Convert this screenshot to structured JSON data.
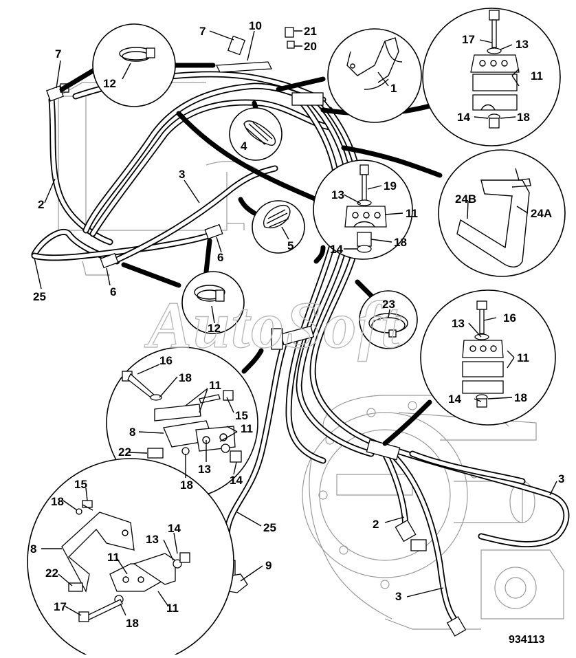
{
  "watermark": "AutoSoft",
  "figure_ref": "934113",
  "callouts": {
    "hose_7_top": "7",
    "part_10": "10",
    "part_21": "21",
    "part_20": "20",
    "hose_7_left": "7",
    "clip_12_top": "12",
    "bracket_1": "1",
    "bolt_17_a": "17",
    "nut_13_a": "13",
    "clamp_11_a": "11",
    "washer_14_a": "14",
    "nut_18_a": "18",
    "sleeve_4": "4",
    "hose_3_mid": "3",
    "hose_2_left": "2",
    "bolt_19": "19",
    "nut_13_b": "13",
    "clamp_11_b": "11",
    "washer_14_b": "14",
    "nut_18_b": "18",
    "sleeve_5": "5",
    "bracket_24b": "24B",
    "bracket_24a": "24A",
    "adapter_6_right": "6",
    "adapter_6_left": "6",
    "hose_25_left": "25",
    "clip_12_mid": "12",
    "ring_23": "23",
    "bolt_16_c": "16",
    "nut_13_c": "13",
    "clamp_11_c": "11",
    "washer_14_c": "14",
    "nut_18_c": "18",
    "bolt_16_d": "16",
    "washer_18_d1": "18",
    "clamp_11_d1": "11",
    "bolt_15_d": "15",
    "clamp_11_d2": "11",
    "plate_8_d": "8",
    "stud_22_d": "22",
    "washer_18_d2": "18",
    "nut_13_d": "13",
    "washer_14_d": "14",
    "bolt_15_e": "15",
    "washer_18_e1": "18",
    "washer_14_e": "14",
    "plate_8_e": "8",
    "nut_13_e": "13",
    "clamp_11_e1": "11",
    "stud_22_e": "22",
    "clamp_11_e2": "11",
    "bolt_17_e": "17",
    "washer_18_e2": "18",
    "hose_25_bottom": "25",
    "fitting_9": "9",
    "hose_3_right": "3",
    "hose_2_bottom": "2",
    "hose_3_bottom": "3"
  }
}
